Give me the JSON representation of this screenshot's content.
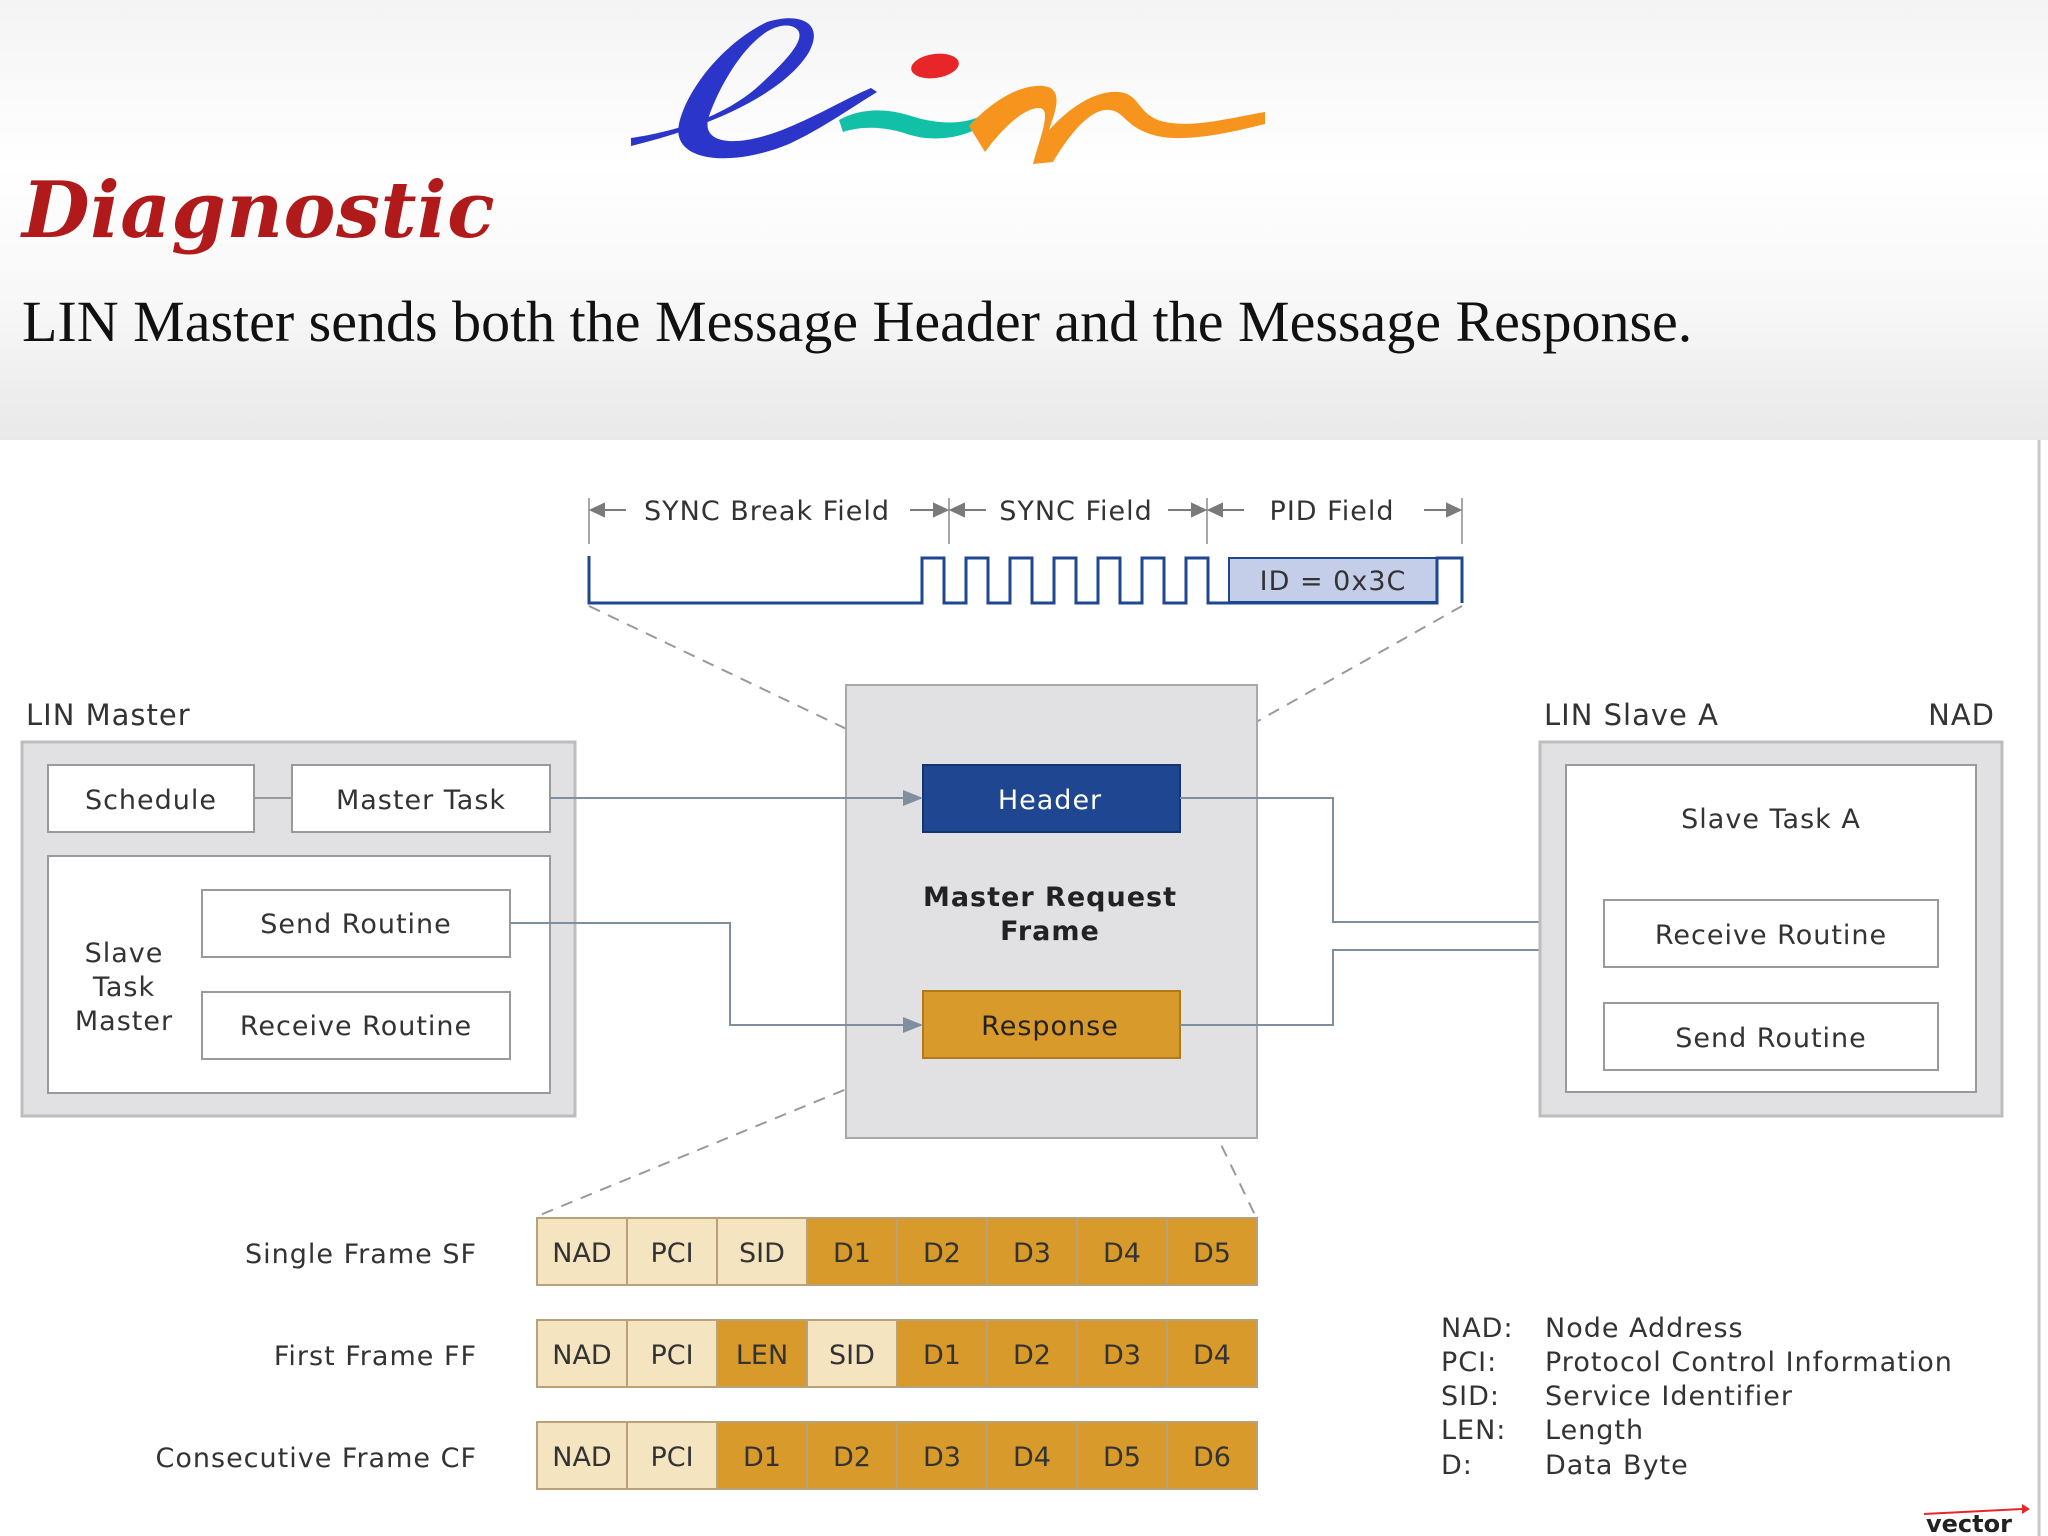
{
  "slide": {
    "title": "Diagnostic",
    "subtitle": "LIN Master sends both the Message Header and the Message Response.",
    "logo_text": "lin"
  },
  "frame_timing": {
    "labels": [
      "SYNC Break Field",
      "SYNC Field",
      "PID Field"
    ],
    "pid_value": "ID = 0x3C"
  },
  "master": {
    "title": "LIN Master",
    "schedule": "Schedule",
    "master_task": "Master Task",
    "slave_task_label": [
      "Slave",
      "Task",
      "Master"
    ],
    "send_routine": "Send Routine",
    "receive_routine": "Receive Routine"
  },
  "request_frame": {
    "header": "Header",
    "title": [
      "Master Request",
      "Frame"
    ],
    "response": "Response"
  },
  "slave": {
    "title": "LIN Slave A",
    "nad_label": "NAD",
    "task": "Slave Task A",
    "receive_routine": "Receive Routine",
    "send_routine": "Send Routine"
  },
  "frames": [
    {
      "name": "Single Frame SF",
      "fields": [
        "NAD",
        "PCI",
        "SID",
        "D1",
        "D2",
        "D3",
        "D4",
        "D5"
      ],
      "light_count": 3,
      "light_extra": []
    },
    {
      "name": "First Frame FF",
      "fields": [
        "NAD",
        "PCI",
        "LEN",
        "SID",
        "D1",
        "D2",
        "D3",
        "D4"
      ],
      "light_count": 2,
      "light_extra": [
        3
      ]
    },
    {
      "name": "Consecutive Frame CF",
      "fields": [
        "NAD",
        "PCI",
        "D1",
        "D2",
        "D3",
        "D4",
        "D5",
        "D6"
      ],
      "light_count": 2,
      "light_extra": []
    }
  ],
  "legend": [
    {
      "abbr": "NAD:",
      "desc": "Node Address"
    },
    {
      "abbr": "PCI:",
      "desc": "Protocol Control Information"
    },
    {
      "abbr": "SID:",
      "desc": "Service Identifier"
    },
    {
      "abbr": "LEN:",
      "desc": "Length"
    },
    {
      "abbr": "D:",
      "desc": "Data Byte"
    }
  ],
  "brand": "vector",
  "colors": {
    "header_blue": "#1f4690",
    "response_gold": "#d89a2a",
    "field_light": "#f5e4c0",
    "box_gray": "#e1e1e3",
    "line_gray": "#7f8fa0",
    "title_red": "#b11a1a"
  }
}
